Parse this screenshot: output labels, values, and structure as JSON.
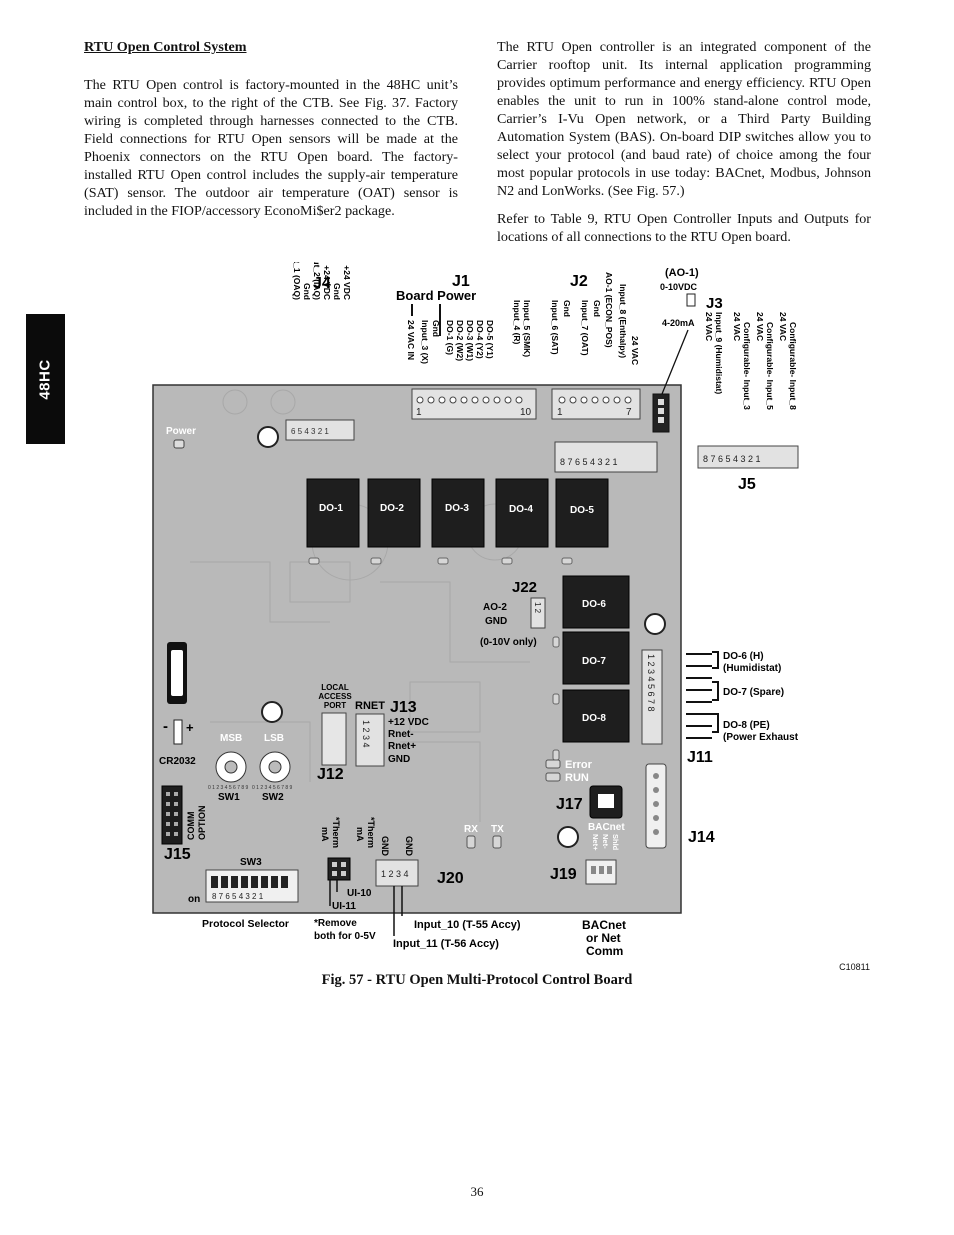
{
  "side_tab": "48HC",
  "left_column": {
    "heading": "RTU Open Control System",
    "paragraph": "The RTU Open  control is factory-mounted in the 48HC unit’s main control box, to the right of the CTB. See Fig. 37. Factory wiring is completed through harnesses connected to the CTB. Field connections for RTU Open sensors will be made at the Phoenix connectors on the RTU Open board. The factory-installed RTU Open control includes the supply-air temperature (SAT) sensor. The outdoor air temperature (OAT) sensor is included in the FIOP/accessory EconoMi$er2 package."
  },
  "right_column": {
    "paragraph1": "The RTU Open controller is an integrated component of the Carrier rooftop unit. Its internal application programming provides optimum performance and energy efficiency. RTU Open enables the unit to run in 100% stand-alone control mode, Carrier’s I-Vu Open network, or a Third Party Building Automation System (BAS). On-board DIP switches allow you to select your protocol (and baud rate) of choice among the four most popular protocols in use today: BACnet, Modbus, Johnson N2 and LonWorks. (See Fig. 57.)",
    "paragraph2": "Refer to Table 9, RTU Open Controller Inputs and Outputs for locations of all connections to the RTU Open board."
  },
  "figure": {
    "j4": {
      "title": "J4",
      "pins": [
        "Input_1 (OAQ)",
        "Gnd",
        "Input_2 (IAQ)",
        "+24 VDC",
        "Gnd",
        "+24 VDC"
      ],
      "pin_numbers": "6 5 4 3 2 1"
    },
    "j1": {
      "title": "J1",
      "subtitle": "Board Power",
      "pins": [
        "24 VAC IN",
        "Input_3 (X)",
        "Gnd",
        "DO-1 (G)",
        "DO-2 (W2)",
        "DO-3 (W1)",
        "DO-4 (Y2)",
        "DO-5 (Y1)",
        "Input_4 (R)",
        "Input_5 (SMK)"
      ],
      "first": "1",
      "last": "10"
    },
    "j2": {
      "title": "J2",
      "pins": [
        "Input_6 (SAT)",
        "Gnd",
        "Input_7 (OAT)",
        "Gnd",
        "AO-1 (ECON_POS)",
        "Input_8 (Enthalpy)",
        "24 VAC"
      ],
      "first": "1",
      "last": "7"
    },
    "j3": {
      "title": "J3",
      "ao1": "(AO-1)",
      "top": "0-10VDC",
      "bottom": "4-20mA"
    },
    "j5": {
      "title": "J5",
      "pins": [
        "24 VAC",
        "Input_9 (Humidistat)",
        "24 VAC",
        "Configurable- Input_3",
        "24 VAC",
        "Configurable- Input_5",
        "24 VAC",
        "Configurable- Input_8"
      ],
      "pin_numbers": "8 7 6 5 4 3 2 1"
    },
    "board_connector_numbers": "8 7 6 5 4 3 2 1",
    "power_label": "Power",
    "relays": [
      "DO-1",
      "DO-2",
      "DO-3",
      "DO-4",
      "DO-5",
      "DO-6",
      "DO-7",
      "DO-8"
    ],
    "j22": {
      "title": "J22",
      "line1": "AO-2",
      "line2": "GND",
      "note": "(0-10V only)",
      "pins": "1 2"
    },
    "battery": {
      "label": "CR2032",
      "minus": "-",
      "plus": "+"
    },
    "j12": {
      "title": "J12",
      "local_access": [
        "LOCAL",
        "ACCESS",
        "PORT"
      ]
    },
    "j13": {
      "title": "J13",
      "rnet": "RNET",
      "pins": [
        "+12 VDC",
        "Rnet-",
        "Rnet+",
        "GND"
      ],
      "pin_numbers": "1 2 3 4"
    },
    "msb": "MSB",
    "lsb": "LSB",
    "sw1": "SW1",
    "sw2": "SW2",
    "rotary_digits": "0 1 2 3 4 5 6 7 8 9",
    "j11": {
      "title": "J11",
      "do6": [
        "DO-6 (H)",
        "(Humidistat)"
      ],
      "do7": "DO-7 (Spare)",
      "do8": [
        "DO-8 (PE)",
        "(Power Exhaust"
      ],
      "pin_numbers": "1 2 3 4 5 6 7 8"
    },
    "leds": {
      "error": "Error",
      "run": "RUN",
      "rx": "RX",
      "tx": "TX"
    },
    "j17": "J17",
    "j14": "J14",
    "j15": {
      "title": "J15",
      "comm_option": [
        "COMM",
        "OPTION"
      ]
    },
    "sw3": {
      "title": "SW3",
      "on": "on",
      "protocol_selector": "Protocol Selector",
      "dip_numbers": "8 7 6 5 4 3 2 1"
    },
    "therm": {
      "left": [
        "*Therm",
        "mA"
      ],
      "right": [
        "*Therm",
        "mA"
      ],
      "ui10": "UI-10",
      "ui11": "UI-11",
      "remove_note": [
        "*Remove",
        "both for 0-5V"
      ]
    },
    "j20": {
      "title": "J20",
      "gnd1": "GND",
      "gnd2": "GND",
      "pin_numbers": "1 2 3 4",
      "input10": "Input_10 (T-55 Accy)",
      "input11": "Input_11 (T-56 Accy)"
    },
    "j19": {
      "title": "J19",
      "bacnet": "BACnet",
      "pins": [
        "Net+",
        "Net-",
        "Shld"
      ],
      "note": [
        "BACnet",
        "or Net",
        "Comm"
      ]
    }
  },
  "figure_id": "C10811",
  "caption": "Fig. 57 - RTU Open Multi-Protocol Control Board",
  "page_number": "36"
}
